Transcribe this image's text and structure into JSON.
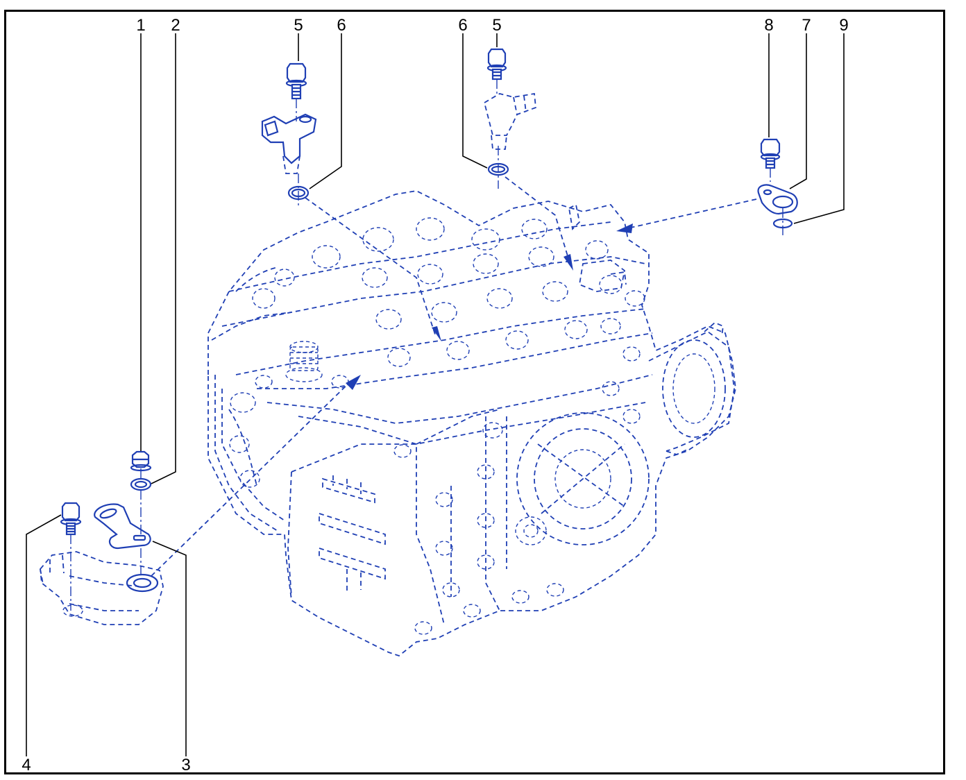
{
  "diagram": {
    "callouts": [
      {
        "id": "c1",
        "label": "1"
      },
      {
        "id": "c2",
        "label": "2"
      },
      {
        "id": "c3",
        "label": "3"
      },
      {
        "id": "c4",
        "label": "4"
      },
      {
        "id": "c5a",
        "label": "5"
      },
      {
        "id": "c6a",
        "label": "6"
      },
      {
        "id": "c6b",
        "label": "6"
      },
      {
        "id": "c5b",
        "label": "5"
      },
      {
        "id": "c8",
        "label": "8"
      },
      {
        "id": "c7",
        "label": "7"
      },
      {
        "id": "c9",
        "label": "9"
      }
    ],
    "colors": {
      "linework": "#1f3fb4",
      "leader": "#000000",
      "frame": "#000000"
    }
  }
}
